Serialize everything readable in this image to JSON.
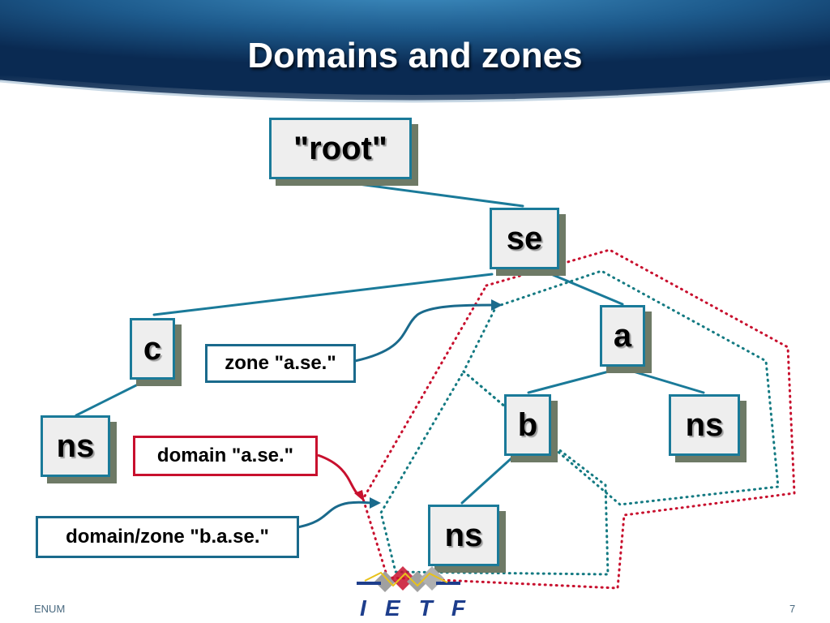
{
  "slide": {
    "title": "Domains and zones",
    "footer_left": "ENUM",
    "page_number": "7"
  },
  "nodes": {
    "root": "\"root\"",
    "se": "se",
    "c": "c",
    "ns_left": "ns",
    "a": "a",
    "b": "b",
    "ns_right": "ns",
    "ns_bottom": "ns"
  },
  "labels": {
    "zone_ase": "zone \"a.se.\"",
    "domain_ase": "domain \"a.se.\"",
    "domain_zone_base": "domain/zone \"b.a.se.\""
  },
  "logo": {
    "letters": [
      "I",
      "E",
      "T",
      "F"
    ]
  },
  "colors": {
    "header_dark": "#0a2a52",
    "header_mid": "#2e74a8",
    "tree_edge": "#1a7a99",
    "zone_outline": "#147a82",
    "domain_outline": "#c8102e",
    "node_fill": "#eeeeee",
    "node_shadow": "#6e7a66",
    "logo_blue": "#1e3e8c"
  }
}
